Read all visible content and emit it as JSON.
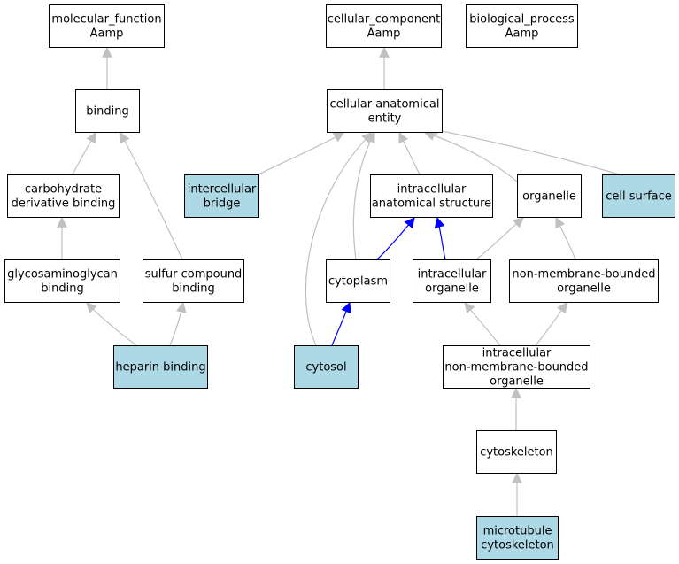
{
  "colors": {
    "highlight_fill": "#add8e6",
    "plain_fill": "#ffffff",
    "gray_edge": "#c0c0c0",
    "blue_edge": "#0000ff"
  },
  "nodes": {
    "molecular_function": {
      "lines": [
        "molecular_function",
        "Aamp"
      ],
      "highlighted": false
    },
    "cellular_component": {
      "lines": [
        "cellular_component",
        "Aamp"
      ],
      "highlighted": false
    },
    "biological_process": {
      "lines": [
        "biological_process",
        "Aamp"
      ],
      "highlighted": false
    },
    "binding": {
      "lines": [
        "binding"
      ],
      "highlighted": false
    },
    "cellular_anatomical_entity": {
      "lines": [
        "cellular anatomical",
        "entity"
      ],
      "highlighted": false
    },
    "carbohydrate_derivative_binding": {
      "lines": [
        "carbohydrate",
        "derivative binding"
      ],
      "highlighted": false
    },
    "intercellular_bridge": {
      "lines": [
        "intercellular",
        "bridge"
      ],
      "highlighted": true
    },
    "intracellular_anatomical_structure": {
      "lines": [
        "intracellular",
        "anatomical structure"
      ],
      "highlighted": false
    },
    "organelle": {
      "lines": [
        "organelle"
      ],
      "highlighted": false
    },
    "cell_surface": {
      "lines": [
        "cell surface"
      ],
      "highlighted": true
    },
    "glycosaminoglycan_binding": {
      "lines": [
        "glycosaminoglycan",
        "binding"
      ],
      "highlighted": false
    },
    "sulfur_compound_binding": {
      "lines": [
        "sulfur compound",
        "binding"
      ],
      "highlighted": false
    },
    "cytoplasm": {
      "lines": [
        "cytoplasm"
      ],
      "highlighted": false
    },
    "intracellular_organelle": {
      "lines": [
        "intracellular",
        "organelle"
      ],
      "highlighted": false
    },
    "non_membrane_bounded_organelle": {
      "lines": [
        "non-membrane-bounded",
        "organelle"
      ],
      "highlighted": false
    },
    "heparin_binding": {
      "lines": [
        "heparin binding"
      ],
      "highlighted": true
    },
    "cytosol": {
      "lines": [
        "cytosol"
      ],
      "highlighted": true
    },
    "intracellular_non_membrane_bounded_organelle": {
      "lines": [
        "intracellular",
        "non-membrane-bounded",
        "organelle"
      ],
      "highlighted": false
    },
    "cytoskeleton": {
      "lines": [
        "cytoskeleton"
      ],
      "highlighted": false
    },
    "microtubule_cytoskeleton": {
      "lines": [
        "microtubule",
        "cytoskeleton"
      ],
      "highlighted": true
    }
  },
  "edges": [
    {
      "from": "binding",
      "to": "molecular_function",
      "kind": "gray"
    },
    {
      "from": "cellular_anatomical_entity",
      "to": "cellular_component",
      "kind": "gray"
    },
    {
      "from": "carbohydrate_derivative_binding",
      "to": "binding",
      "kind": "gray"
    },
    {
      "from": "sulfur_compound_binding",
      "to": "binding",
      "kind": "gray"
    },
    {
      "from": "glycosaminoglycan_binding",
      "to": "carbohydrate_derivative_binding",
      "kind": "gray"
    },
    {
      "from": "heparin_binding",
      "to": "glycosaminoglycan_binding",
      "kind": "gray"
    },
    {
      "from": "heparin_binding",
      "to": "sulfur_compound_binding",
      "kind": "gray"
    },
    {
      "from": "intercellular_bridge",
      "to": "cellular_anatomical_entity",
      "kind": "gray"
    },
    {
      "from": "cytosol",
      "to": "cellular_anatomical_entity",
      "kind": "gray"
    },
    {
      "from": "cytoplasm",
      "to": "cellular_anatomical_entity",
      "kind": "gray"
    },
    {
      "from": "intracellular_anatomical_structure",
      "to": "cellular_anatomical_entity",
      "kind": "gray"
    },
    {
      "from": "organelle",
      "to": "cellular_anatomical_entity",
      "kind": "gray"
    },
    {
      "from": "cell_surface",
      "to": "cellular_anatomical_entity",
      "kind": "gray"
    },
    {
      "from": "cytoplasm",
      "to": "intracellular_anatomical_structure",
      "kind": "blue"
    },
    {
      "from": "intracellular_organelle",
      "to": "intracellular_anatomical_structure",
      "kind": "blue"
    },
    {
      "from": "cytosol",
      "to": "cytoplasm",
      "kind": "blue"
    },
    {
      "from": "intracellular_organelle",
      "to": "organelle",
      "kind": "gray"
    },
    {
      "from": "non_membrane_bounded_organelle",
      "to": "organelle",
      "kind": "gray"
    },
    {
      "from": "intracellular_non_membrane_bounded_organelle",
      "to": "intracellular_organelle",
      "kind": "gray"
    },
    {
      "from": "intracellular_non_membrane_bounded_organelle",
      "to": "non_membrane_bounded_organelle",
      "kind": "gray"
    },
    {
      "from": "cytoskeleton",
      "to": "intracellular_non_membrane_bounded_organelle",
      "kind": "gray"
    },
    {
      "from": "microtubule_cytoskeleton",
      "to": "cytoskeleton",
      "kind": "gray"
    }
  ]
}
